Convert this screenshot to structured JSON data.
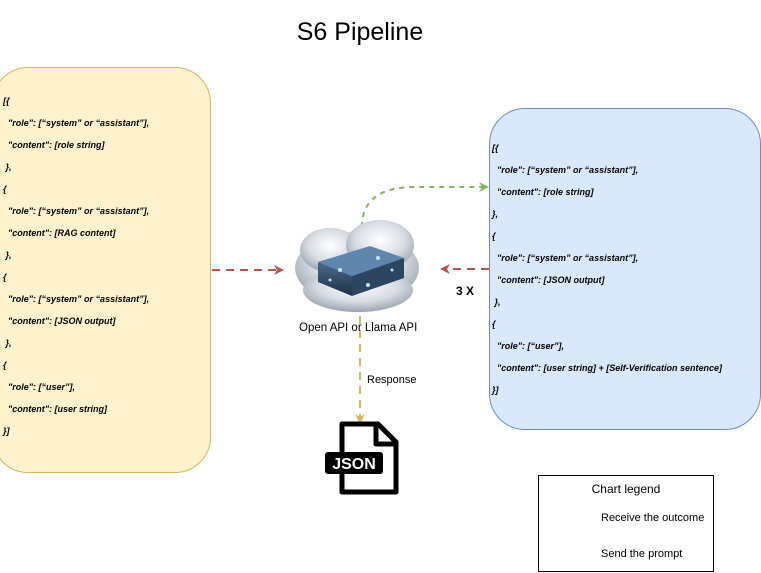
{
  "diagram": {
    "title": "S6 Pipeline",
    "left_box": {
      "lines": [
        "[{",
        "  \"role\": [“system” or “assistant”],",
        "  \"content\": [role string]",
        " },",
        "{",
        "  \"role\": [“system” or “assistant”],",
        "  \"content\": [RAG content]",
        " },",
        "{",
        "  \"role\": [“system” or “assistant”],",
        "  \"content\": [JSON output]",
        " },",
        "{",
        "  \"role\": [“user”],",
        "  \"content\": [user string]",
        "}]"
      ]
    },
    "right_box": {
      "lines": [
        "[{",
        "  \"role\": [“system” or “assistant”],",
        "  \"content\": [role string]",
        "},",
        "{",
        "  \"role\": [“system” or “assistant”],",
        "  \"content\": [JSON output]",
        " },",
        "{",
        "  \"role\": [“user”],",
        "  \"content\": [user string] + [Self-Verification sentence]",
        "}]"
      ]
    },
    "cloud_label": "Open API or Llama API",
    "response_label": "Response",
    "repeat_label": "3 X",
    "json_file_icon": "json-file-icon",
    "cloud_icon": "cloud-server-icon",
    "legend": {
      "title": "Chart legend",
      "receive_label": "Receive the outcome",
      "send_label": "Send the prompt"
    },
    "colors": {
      "left_fill": "#fff2cc",
      "left_stroke": "#d6b656",
      "right_fill": "#dae8fc",
      "right_stroke": "#6c8ebf",
      "send_arrow": "#b85450",
      "receive_arrow": "#82b366",
      "response_arrow": "#d6b656"
    }
  }
}
